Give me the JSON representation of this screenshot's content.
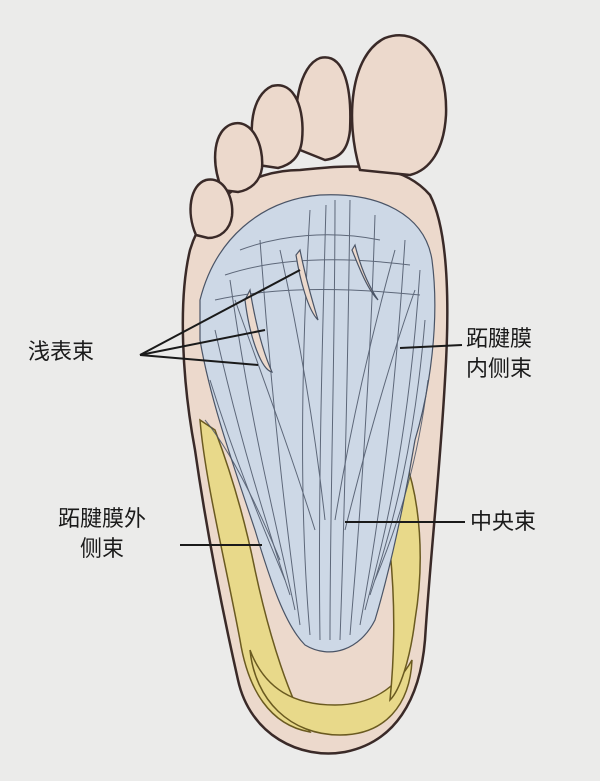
{
  "diagram": {
    "subject": "plantar aponeurosis of the left foot",
    "colors": {
      "background": "#ebebea",
      "skin": "#ecd9cc",
      "skin_outline": "#3a2a28",
      "fascia": "#cdd8e6",
      "fascia_line": "#4a5466",
      "fat_pad": "#e8d98a",
      "fat_outline": "#6a5a20"
    },
    "labels": {
      "superficial_bundle": "浅表束",
      "medial_bundle_line1": "跖腱膜",
      "medial_bundle_line2": "内侧束",
      "lateral_bundle_line1": "跖腱膜外",
      "lateral_bundle_line2": "侧束",
      "central_bundle": "中央束"
    }
  }
}
